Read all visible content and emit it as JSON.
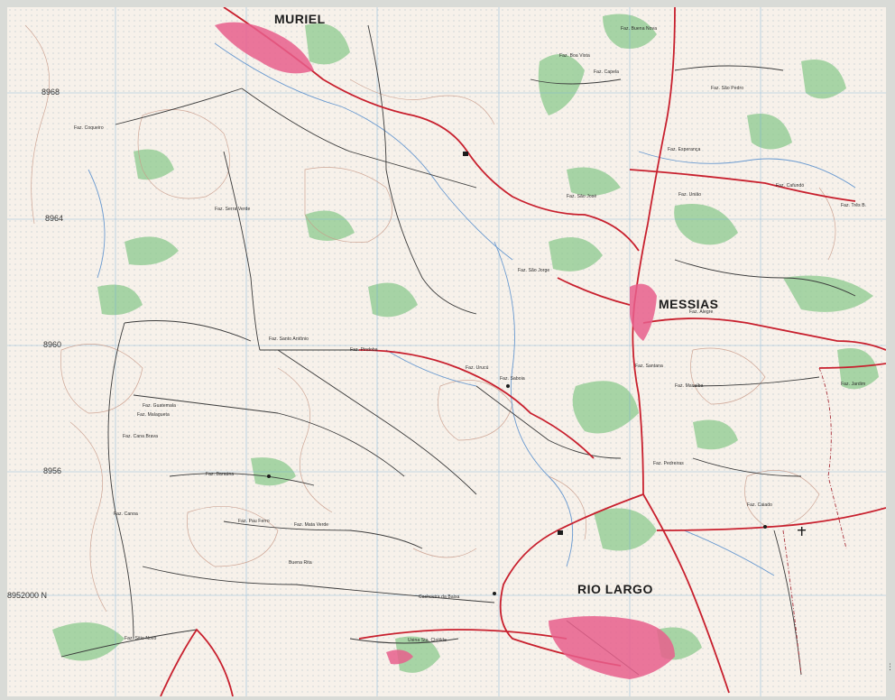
{
  "map": {
    "towns": [
      {
        "id": "muriel",
        "label": "MURIEL"
      },
      {
        "id": "messias",
        "label": "MESSIAS"
      },
      {
        "id": "rio-largo",
        "label": "RIO LARGO"
      }
    ],
    "grid_labels": [
      {
        "id": "n8968",
        "label": "8968"
      },
      {
        "id": "n8964",
        "label": "8964"
      },
      {
        "id": "n8960",
        "label": "8960"
      },
      {
        "id": "n8956",
        "label": "8956"
      },
      {
        "id": "n8952",
        "label": "8952000 N"
      }
    ],
    "place_labels": [
      {
        "id": "faz-buena-nova",
        "label": "Faz. Buena Nova"
      },
      {
        "id": "faz-boa-vista",
        "label": "Faz. Boa Vista"
      },
      {
        "id": "faz-capela",
        "label": "Faz. Capela"
      },
      {
        "id": "faz-sao-pedro",
        "label": "Faz. São Pedro"
      },
      {
        "id": "faz-esperanca",
        "label": "Faz. Esperança"
      },
      {
        "id": "faz-cafundo",
        "label": "Faz. Cafundó"
      },
      {
        "id": "faz-uniao",
        "label": "Faz. União"
      },
      {
        "id": "faz-sao-jose",
        "label": "Faz. São José"
      },
      {
        "id": "faz-santo-antonio",
        "label": "Faz. Santo Antônio"
      },
      {
        "id": "faz-serra-verde",
        "label": "Faz. Serra Verde"
      },
      {
        "id": "faz-tres-bocas",
        "label": "Faz. Três B."
      },
      {
        "id": "faz-guatemala",
        "label": "Faz. Guatemala"
      },
      {
        "id": "faz-pindoba",
        "label": "Faz. Pindoba"
      },
      {
        "id": "faz-barauna",
        "label": "Faz. Baraúna"
      },
      {
        "id": "faz-urucu",
        "label": "Faz. Urucú"
      },
      {
        "id": "faz-mata-verde",
        "label": "Faz. Mata Verde"
      },
      {
        "id": "faz-saboia",
        "label": "Faz. Saboia"
      },
      {
        "id": "faz-caiado",
        "label": "Faz. Caiado"
      },
      {
        "id": "faz-pau-ferro",
        "label": "Faz. Pau Ferro"
      },
      {
        "id": "faz-cachoeira",
        "label": "Cachoeira da Baixa"
      },
      {
        "id": "faz-buena-rita",
        "label": "Buena Rita"
      },
      {
        "id": "faz-sitio-novo",
        "label": "Faz. Sitio Novo"
      },
      {
        "id": "usina-santa-clotilde",
        "label": "Usina Sta. Clotilde"
      },
      {
        "id": "faz-malagueta",
        "label": "Faz. Malagueta"
      },
      {
        "id": "faz-cana-brava",
        "label": "Faz. Cana Brava"
      },
      {
        "id": "faz-canoa",
        "label": "Faz. Canoa"
      },
      {
        "id": "faz-coqueiro",
        "label": "Faz. Coqueiro"
      },
      {
        "id": "faz-pedreiras",
        "label": "Faz. Pedreiras"
      },
      {
        "id": "faz-sao-jorge",
        "label": "Faz. São Jorge"
      },
      {
        "id": "faz-santana",
        "label": "Faz. Santana"
      },
      {
        "id": "faz-jardim",
        "label": "Faz. Jardim"
      },
      {
        "id": "faz-alegre",
        "label": "Faz. Alegre"
      },
      {
        "id": "faz-macaiba",
        "label": "Faz. Macaíba"
      }
    ],
    "colors": {
      "road_primary": "#c8202e",
      "road_secondary": "#3a3a3a",
      "contour": "#c89a88",
      "river": "#6a9ad0",
      "forest": "#8cc98e",
      "urban": "#e75f8c",
      "grid_blue": "#6aa8d8"
    }
  },
  "footer": {
    "ellipsis": "⋮"
  }
}
